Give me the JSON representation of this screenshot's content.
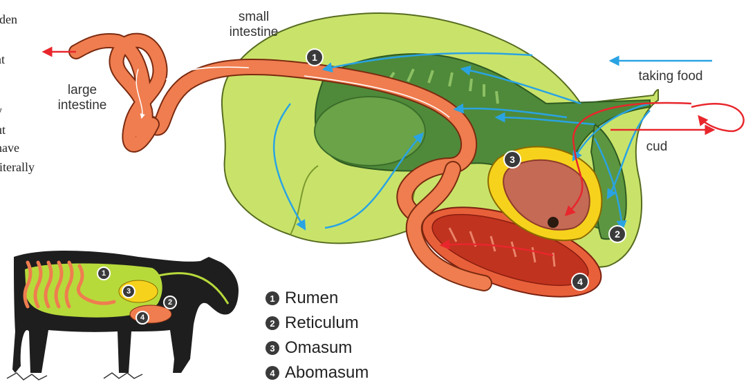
{
  "intro_fragments": [
    "lden",
    "at",
    "y",
    "ut",
    "have",
    "literally"
  ],
  "labels": {
    "small_intestine": [
      "small",
      "intestine"
    ],
    "large_intestine": [
      "large",
      "intestine"
    ],
    "taking_food": "taking food",
    "cud": "cud"
  },
  "legend": [
    {
      "num": "1",
      "name": "Rumen"
    },
    {
      "num": "2",
      "name": "Reticulum"
    },
    {
      "num": "3",
      "name": "Omasum"
    },
    {
      "num": "4",
      "name": "Abomasum"
    }
  ],
  "colors": {
    "rumen": "#c9e36a",
    "rumen_inner": "#4f8a3a",
    "omasum": "#f6d21c",
    "abomasum": "#e8603a",
    "abomasum_inner": "#c0331f",
    "intestine": "#ef7d4f",
    "arrow_blue": "#2aa3e3",
    "arrow_red": "#e8262c",
    "cow": "#1e1e1e"
  }
}
